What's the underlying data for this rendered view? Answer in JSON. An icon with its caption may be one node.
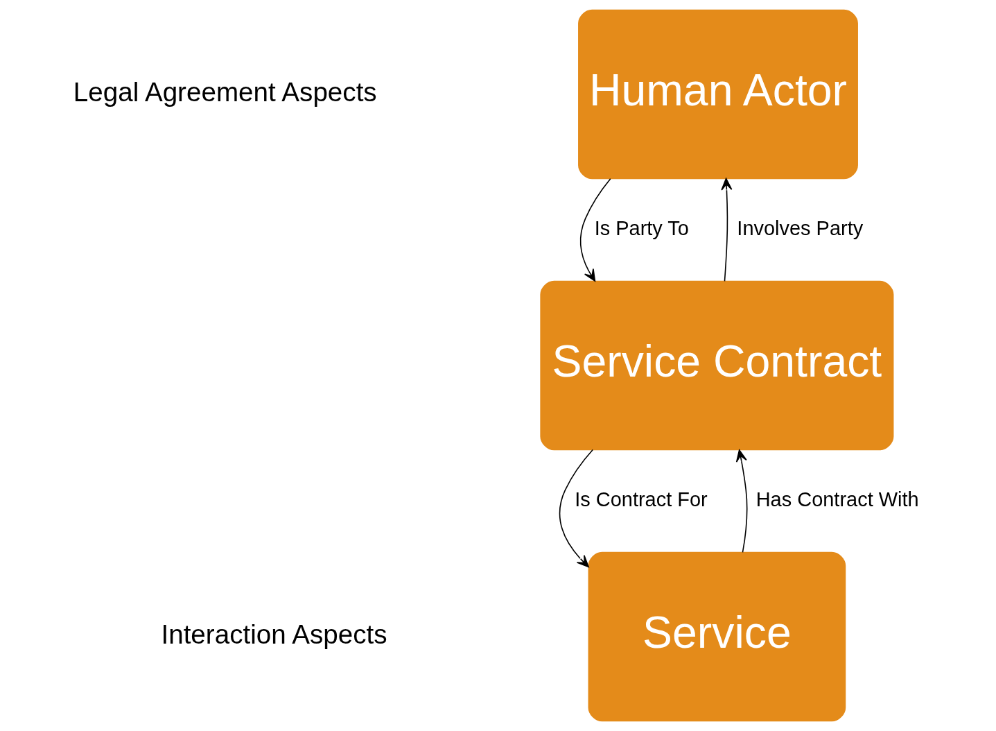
{
  "diagram": {
    "nodes": [
      {
        "text": [
          "Human Actor"
        ]
      },
      {
        "text": [
          "Service Contract"
        ]
      },
      {
        "text": [
          "Service"
        ]
      }
    ],
    "edges": [
      {
        "from": 1,
        "to": 0,
        "arrow": "to",
        "label": "Involves Party"
      },
      {
        "from": 0,
        "to": 1,
        "arrow": "to",
        "label": "Is Party To"
      },
      {
        "from": 2,
        "to": 1,
        "arrow": "to",
        "label": "Has Contract With"
      },
      {
        "from": 1,
        "to": 2,
        "arrow": "to",
        "label": "Is Contract For"
      }
    ],
    "labels": [
      "Legal Agreement Aspects",
      "Interaction Aspects"
    ]
  }
}
